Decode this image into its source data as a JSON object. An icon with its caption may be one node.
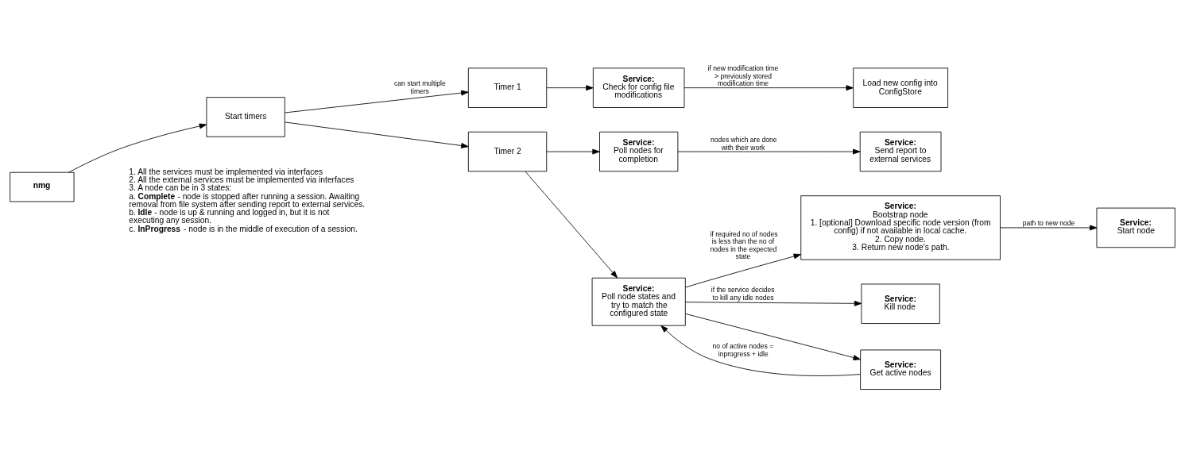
{
  "diagram": {
    "nodes": [
      {
        "text": [
          "nmg"
        ]
      },
      {
        "text": [
          "Start timers"
        ]
      },
      {
        "text": [
          "Timer 1"
        ]
      },
      {
        "text": [
          "Timer 2"
        ]
      },
      {
        "text": [
          "Service:",
          "Check for config file modifications"
        ]
      },
      {
        "text": [
          "Load new config into ConfigStore"
        ]
      },
      {
        "text": [
          "Service:",
          "Poll nodes for completion"
        ]
      },
      {
        "text": [
          "Service:",
          "Send report to external services"
        ]
      },
      {
        "text": [
          "Service:",
          "Poll node states and try to match the configured state"
        ]
      },
      {
        "text": [
          "Service:",
          "Bootstrap node",
          "1. [optional] Download specific node version (from config) if not available in local cache.",
          "2. Copy node.",
          "3. Return new node's path."
        ]
      },
      {
        "text": [
          "Service:",
          "Start node"
        ]
      },
      {
        "text": [
          "Service:",
          "Kill node"
        ]
      },
      {
        "text": [
          "Service:",
          "Get active nodes"
        ]
      }
    ],
    "edges": [
      {
        "from": 0,
        "to": 1,
        "arrow": "to"
      },
      {
        "from": 1,
        "to": 2,
        "arrow": "to",
        "label": "can start multiple timers"
      },
      {
        "from": 1,
        "to": 3,
        "arrow": "to"
      },
      {
        "from": 2,
        "to": 4,
        "arrow": "to"
      },
      {
        "from": 4,
        "to": 5,
        "arrow": "to",
        "label": "if new modification time > previously stored modification time"
      },
      {
        "from": 3,
        "to": 6,
        "arrow": "to"
      },
      {
        "from": 3,
        "to": 8,
        "arrow": "to"
      },
      {
        "from": 6,
        "to": 7,
        "arrow": "to",
        "label": "nodes which are done with their work"
      },
      {
        "from": 8,
        "to": 9,
        "arrow": "to",
        "label": "if required no of nodes is less than the no of nodes in the expected state"
      },
      {
        "from": 8,
        "to": 11,
        "arrow": "to",
        "label": "if the service decides to kill any idle nodes"
      },
      {
        "from": 9,
        "to": 10,
        "arrow": "to",
        "label": "path to new node"
      },
      {
        "from": 8,
        "to": 12,
        "arrow": "to"
      },
      {
        "from": 12,
        "to": 8,
        "arrow": "to",
        "label": "no of active nodes = inprogress + idle"
      }
    ],
    "labels": [
      "1. All the services must be implemented via interfaces",
      "2. All the external services must be implemented via interfaces",
      "3. A node can be in 3 states:",
      "a. **Complete** - node is stopped after running a session. Awaiting removal from file system after sending report to external services.",
      "b. **Idle** - node is up & running and logged in, but it is not executing any session.",
      "c. **InProgress** - node is in the middle of execution of a session."
    ]
  }
}
